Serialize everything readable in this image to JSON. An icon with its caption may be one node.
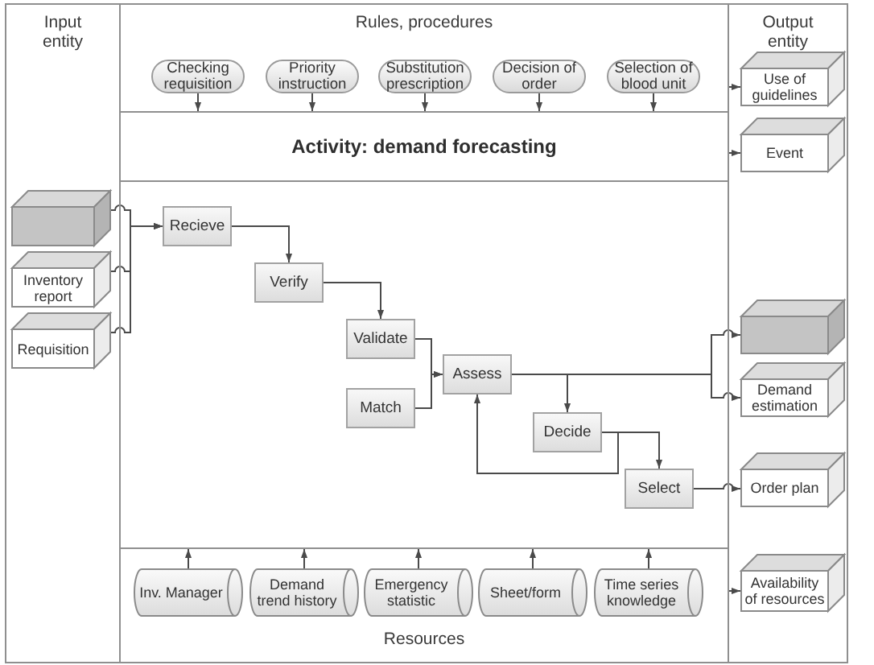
{
  "diagram": {
    "nodes": [
      {
        "text": [
          "Input entity"
        ]
      },
      {
        "text": [
          "Rules, procedures"
        ]
      },
      {
        "text": [
          "Checking requisition"
        ],
        "in": 1
      },
      {
        "text": [
          "Priority instruction"
        ],
        "in": 1
      },
      {
        "text": [
          "Substitution prescription"
        ],
        "in": 1
      },
      {
        "text": [
          "Decision of order"
        ],
        "in": 1
      },
      {
        "text": [
          "Selection of blood unit"
        ],
        "in": 1
      },
      {
        "text": [
          "Output entity"
        ]
      },
      {
        "text": [
          "Use of guidelines"
        ],
        "in": 7
      },
      {
        "text": [
          "Event"
        ],
        "in": 7
      },
      {
        "text": [
          "Activity: demand forecasting"
        ]
      },
      {
        "text": [],
        "shape": "box",
        "in": 0
      },
      {
        "text": [
          "Inventory report"
        ],
        "in": 0
      },
      {
        "text": [
          "Requisition"
        ],
        "in": 0
      },
      {
        "text": [
          "Recieve"
        ],
        "in": 10
      },
      {
        "text": [
          "Verify"
        ],
        "in": 10
      },
      {
        "text": [
          "Validate"
        ],
        "in": 10
      },
      {
        "text": [
          "Match"
        ],
        "in": 10
      },
      {
        "text": [
          "Assess"
        ],
        "in": 10
      },
      {
        "text": [
          "Decide"
        ],
        "in": 10
      },
      {
        "text": [
          "Select"
        ],
        "in": 10
      },
      {
        "text": [],
        "shape": "box",
        "in": 7
      },
      {
        "text": [
          "Demand estimation"
        ],
        "in": 7
      },
      {
        "text": [
          "Order plan"
        ],
        "in": 7
      },
      {
        "text": [
          "Resources"
        ]
      },
      {
        "text": [
          "Inv. Manager"
        ],
        "in": 24
      },
      {
        "text": [
          "Demand trend history"
        ],
        "in": 24
      },
      {
        "text": [
          "Emergency statistic"
        ],
        "in": 24
      },
      {
        "text": [
          "Sheet/form"
        ],
        "in": 24
      },
      {
        "text": [
          "Time series knowledge"
        ],
        "in": 24
      },
      {
        "text": [
          "Availability of resources"
        ],
        "in": 7
      }
    ],
    "edges": [
      {
        "from": 2,
        "to": 10,
        "arrow": "to"
      },
      {
        "from": 3,
        "to": 10,
        "arrow": "to"
      },
      {
        "from": 4,
        "to": 10,
        "arrow": "to"
      },
      {
        "from": 5,
        "to": 10,
        "arrow": "to"
      },
      {
        "from": 6,
        "to": 10,
        "arrow": "to"
      },
      {
        "from": 1,
        "to": 8,
        "arrow": "to"
      },
      {
        "from": 10,
        "to": 9,
        "arrow": "to"
      },
      {
        "from": 11,
        "to": 14,
        "arrow": "to"
      },
      {
        "from": 12,
        "to": 14,
        "arrow": "to"
      },
      {
        "from": 13,
        "to": 14,
        "arrow": "to"
      },
      {
        "from": 14,
        "to": 15,
        "arrow": "to"
      },
      {
        "from": 15,
        "to": 16,
        "arrow": "to"
      },
      {
        "from": 16,
        "to": 18,
        "arrow": "to"
      },
      {
        "from": 17,
        "to": 18,
        "arrow": "to"
      },
      {
        "from": 18,
        "to": 19,
        "arrow": "to"
      },
      {
        "from": 19,
        "to": 20,
        "arrow": "to"
      },
      {
        "from": 19,
        "to": 18,
        "arrow": "to"
      },
      {
        "from": 18,
        "to": 21,
        "arrow": "to"
      },
      {
        "from": 18,
        "to": 22,
        "arrow": "to"
      },
      {
        "from": 20,
        "to": 23,
        "arrow": "to"
      },
      {
        "from": 25,
        "to": 10,
        "arrow": "to"
      },
      {
        "from": 26,
        "to": 10,
        "arrow": "to"
      },
      {
        "from": 27,
        "to": 10,
        "arrow": "to"
      },
      {
        "from": 28,
        "to": 10,
        "arrow": "to"
      },
      {
        "from": 29,
        "to": 10,
        "arrow": "to"
      },
      {
        "from": 24,
        "to": 30,
        "arrow": "to"
      }
    ]
  }
}
